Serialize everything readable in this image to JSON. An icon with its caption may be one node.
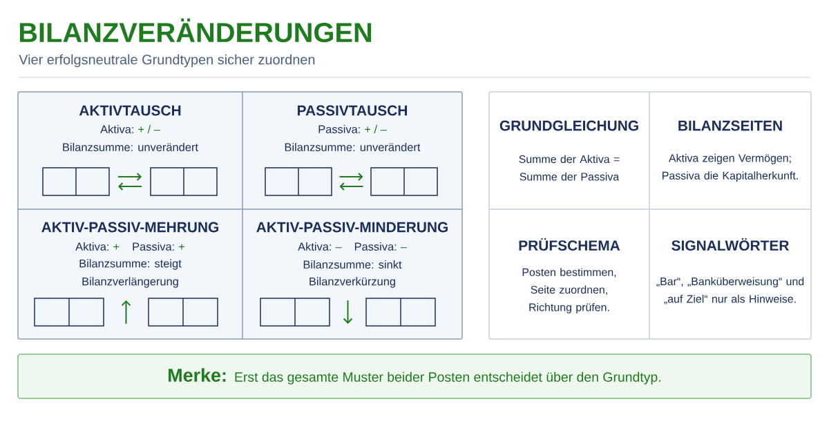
{
  "diagram": {
    "title": "BILANZVERÄNDERUNGEN",
    "nodes": [
      {
        "text": [
          "AKTIVTAUSCH",
          "Aktiva:",
          "+ / –",
          "Bilanzsumme: unverändert"
        ]
      },
      {
        "text": [
          "PASSIVTAUSCH",
          "Passiva:",
          "+ / –",
          "Bilanzsumme: unverändert"
        ]
      },
      {
        "text": [
          "AKTIV-PASSIV-MEHRUNG",
          "Aktiva:",
          "+",
          "Passiva:",
          "+",
          "Bilanzsumme: steigt",
          "Bilanzverlängerung"
        ]
      },
      {
        "text": [
          "AKTIV-PASSIV-MINDERUNG",
          "Aktiva:",
          "–",
          "Passiva:",
          "–",
          "Bilanzsumme: sinkt",
          "Bilanzverkürzung"
        ]
      },
      {
        "text": [
          "GRUNDGLEICHUNG",
          "Summe der Aktiva = Summe der Passiva"
        ]
      },
      {
        "text": [
          "BILANZSEITEN",
          "Aktiva zeigen Vermögen; Passiva die Kapitalherkunft."
        ]
      },
      {
        "text": [
          "PRÜFSCHEMA",
          "Posten bestimmen, Seite zuordnen, Richtung prüfen."
        ]
      },
      {
        "text": [
          "SIGNALWÖRTER",
          "„Bar“, „Banküberweisung“ und „auf Ziel“ nur als Hinweise."
        ]
      },
      {
        "text": [
          "Merke:",
          "Erst das gesamte Muster beider Posten entscheidet über den Grundtyp."
        ]
      }
    ],
    "labels": [
      "Vier erfolgsneutrale Grundtypen sicher zuordnen"
    ]
  }
}
